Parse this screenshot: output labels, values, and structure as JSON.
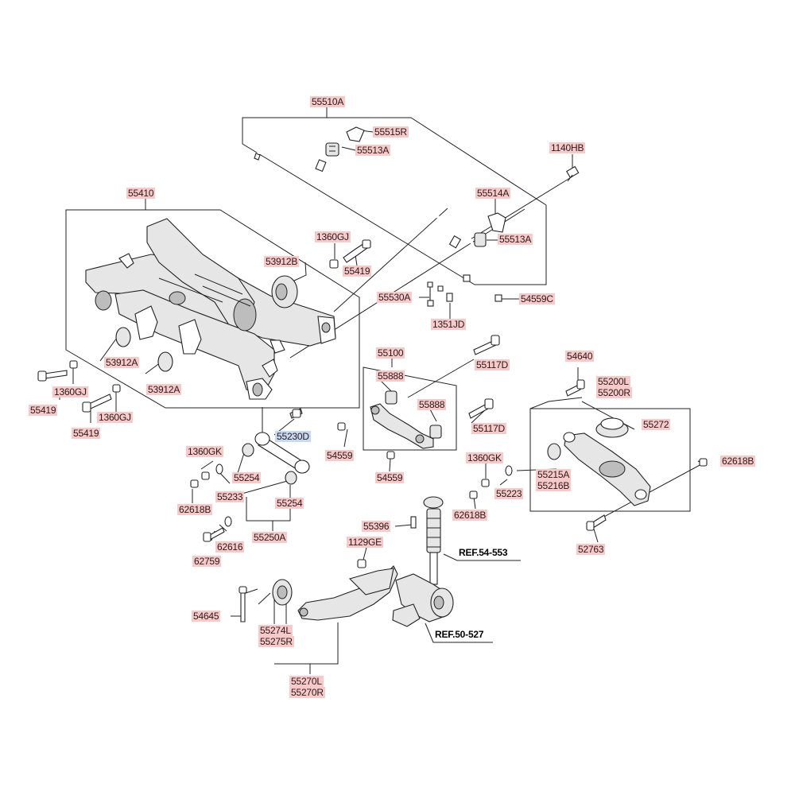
{
  "labels": {
    "stab_bar": "55510A",
    "bushing_bracket_r": "55515R",
    "bushing_a_left": "55513A",
    "bolt_1140hb": "1140HB",
    "bushing_bracket_a": "55514A",
    "bushing_a_right": "55513A",
    "crossmember": "55410",
    "nut_1360gj_top": "1360GJ",
    "bushing_53912b": "53912B",
    "bolt_55419_top": "55419",
    "link_55530a": "55530A",
    "nut_54559c": "54559C",
    "nut_1351jd": "1351JD",
    "bushing_53912a_left": "53912A",
    "bushing_53912a_right": "53912A",
    "nut_1360gj_left": "1360GJ",
    "nut_1360gj_mid": "1360GJ",
    "bolt_55419_left": "55419",
    "bolt_55419_mid": "55419",
    "arm_55100": "55100",
    "bushing_55888_top": "55888",
    "bushing_55888_bottom": "55888",
    "bolt_55117d_top": "55117D",
    "bolt_55117d_bottom": "55117D",
    "nut_54559_left": "54559",
    "nut_54559_bottom": "54559",
    "arm_55230d": "55230D",
    "nut_1360gk_left": "1360GK",
    "bushing_55254_left": "55254",
    "bushing_55254_right": "55254",
    "washer_55233": "55233",
    "nut_62618b_left": "62618B",
    "arm_55250a": "55250A",
    "washer_62616": "62616",
    "bolt_62759": "62759",
    "bolt_54640": "54640",
    "arm_55200l": "55200L",
    "arm_55200r": "55200R",
    "seat_55272": "55272",
    "nut_1360gk_right": "1360GK",
    "bushing_55215a": "55215A",
    "bushing_55216b": "55216B",
    "washer_55223": "55223",
    "nut_62618b_right": "62618B",
    "nut_62618b_mid": "62618B",
    "bolt_52763": "52763",
    "bolt_55396": "55396",
    "bolt_1129ge": "1129GE",
    "bolt_54645": "54645",
    "bushing_55274l": "55274L",
    "bushing_55275r": "55275R",
    "arm_55270l": "55270L",
    "arm_55270r": "55270R"
  },
  "refs": {
    "shock_ref": "REF.54-553",
    "knuckle_ref": "REF.50-527"
  },
  "colors": {
    "label_bg": "#f7c9c9",
    "selected_label_bg": "#c7d9f2",
    "line": "#222222"
  }
}
